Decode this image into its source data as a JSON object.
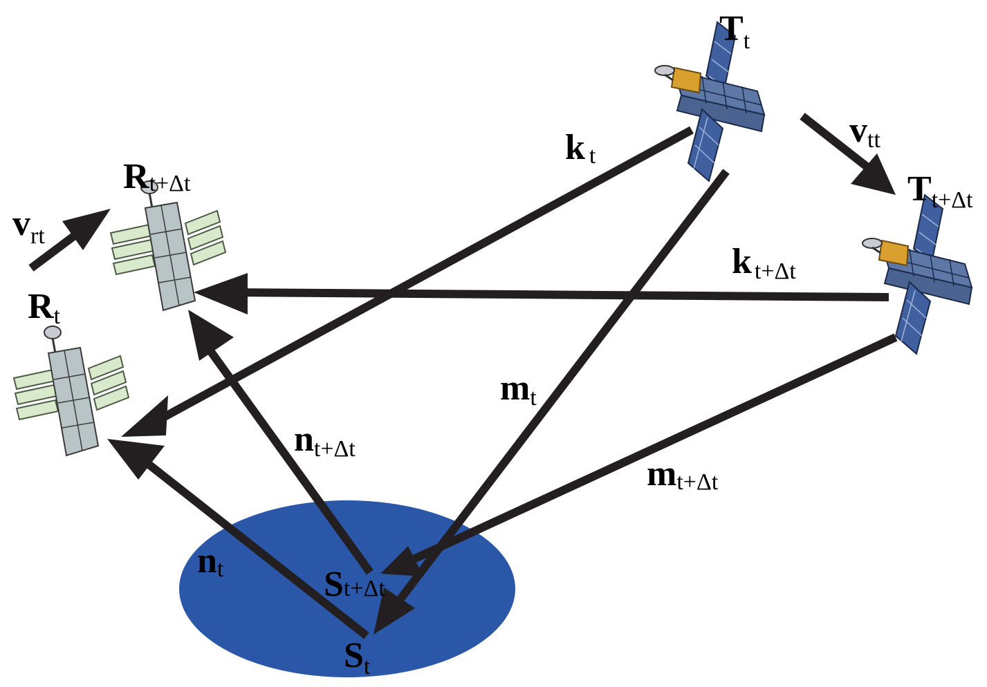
{
  "colors": {
    "ground": "#2a57a8",
    "arrow": "#231f20",
    "panel_light": "#d9e9cc",
    "panel_dark": "#3f5f9e",
    "body_grey": "#b9c4c6",
    "body_blue": "#5d78a6",
    "gold": "#d9a030"
  },
  "labels": {
    "T_t": {
      "main": "T",
      "sub": "t"
    },
    "T_next": {
      "main": "T",
      "sub": "t+Δt"
    },
    "R_t": {
      "main": "R",
      "sub": "t"
    },
    "R_next": {
      "main": "R",
      "sub": "t+Δt"
    },
    "S_t": {
      "main": "S",
      "sub": "t"
    },
    "S_next": {
      "main": "S",
      "sub": "t+Δt"
    },
    "k_t": {
      "main": "k",
      "sub": "t"
    },
    "k_next": {
      "main": "k",
      "sub": "t+Δt"
    },
    "m_t": {
      "main": "m",
      "sub": "t"
    },
    "m_next": {
      "main": "m",
      "sub": "t+Δt"
    },
    "n_t": {
      "main": "n",
      "sub": "t"
    },
    "n_next": {
      "main": "n",
      "sub": "t+Δt"
    },
    "v_rt": {
      "main": "v",
      "sub": "rt"
    },
    "v_tt": {
      "main": "v",
      "sub": "tt"
    }
  },
  "icons": [
    "transmitter-satellite-icon",
    "receiver-satellite-icon",
    "ground-scatter-area"
  ]
}
